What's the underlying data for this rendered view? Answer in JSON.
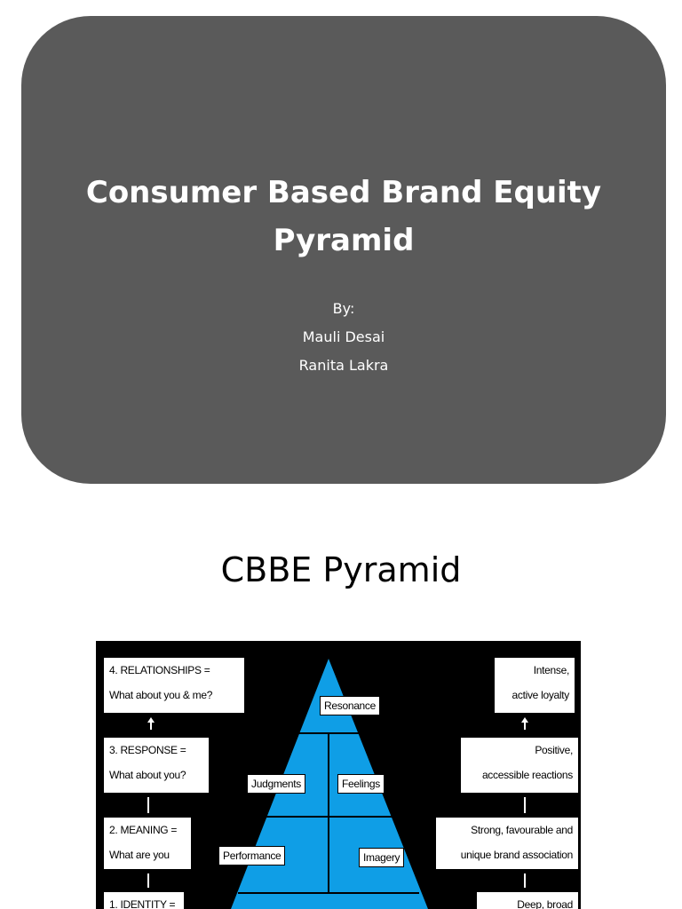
{
  "slide1": {
    "title_line1": "Consumer Based Brand Equity",
    "title_line2": "Pyramid",
    "by": "By:",
    "author1": "Mauli Desai",
    "author2": "Ranita Lakra"
  },
  "slide2": {
    "title": "CBBE Pyramid",
    "left_boxes": [
      {
        "line1": "4. RELATIONSHIPS =",
        "line2": "What about you & me?"
      },
      {
        "line1": "3. RESPONSE =",
        "line2": "What about you?"
      },
      {
        "line1": "2. MEANING =",
        "line2": "What are you"
      },
      {
        "line1": "1. IDENTITY ="
      }
    ],
    "right_boxes": [
      {
        "line1": "Intense,",
        "line2": "active loyalty"
      },
      {
        "line1": "Positive,",
        "line2": "accessible reactions"
      },
      {
        "line1": "Strong, favourable and",
        "line2": "unique brand association"
      },
      {
        "line1": "Deep, broad"
      }
    ],
    "pyramid_labels": {
      "resonance": "Resonance",
      "judgments": "Judgments",
      "feelings": "Feelings",
      "performance": "Performance",
      "imagery": "Imagery"
    },
    "colors": {
      "pyramid": "#0f9ee6",
      "background": "#000000"
    }
  }
}
